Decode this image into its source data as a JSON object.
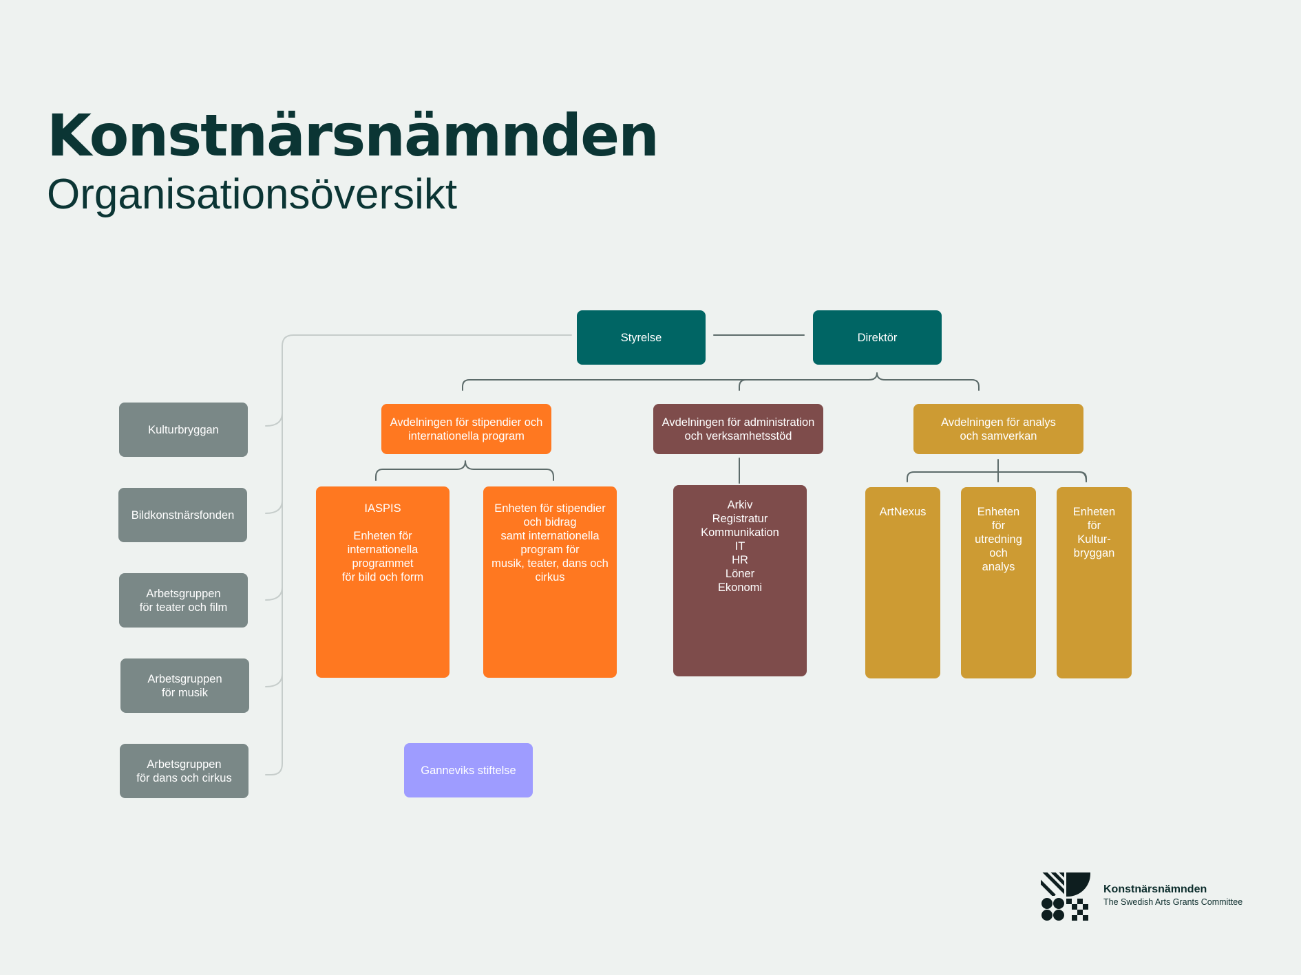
{
  "header": {
    "title": "Konstnärsnämnden",
    "subtitle": "Organisationsöversikt"
  },
  "colors": {
    "background": "#eef2f0",
    "heading": "#0b3534",
    "leadership": "#006564",
    "working_groups": "#7a8887",
    "stipend_department": "#ff7820",
    "administration_department": "#7e4c4b",
    "analysis_department": "#cd9b33",
    "foundation": "#9e9cff",
    "connector": "#5c6b6a"
  },
  "leadership": {
    "board": "Styrelse",
    "director": "Direktör"
  },
  "working_groups": [
    "Kulturbryggan",
    "Bildkonstnärsfonden",
    "Arbetsgruppen\nför teater och film",
    "Arbetsgruppen\nför musik",
    "Arbetsgruppen\nför dans och cirkus"
  ],
  "departments": {
    "stipends": {
      "label": "Avdelningen för stipendier och\ninternationella program",
      "units": [
        "IASPIS\n\nEnheten för\ninternationella\nprogrammet\nför bild och form",
        "Enheten för stipendier\noch bidrag\nsamt internationella\nprogram för\nmusik, teater, dans och\ncirkus"
      ]
    },
    "administration": {
      "label": "Avdelningen för administration\noch verksamhetsstöd",
      "units": [
        "Arkiv\nRegistratur\nKommunikation\nIT\nHR\nLöner\nEkonomi"
      ]
    },
    "analysis": {
      "label": "Avdelningen för analys\noch samverkan",
      "units": [
        "ArtNexus",
        "Enheten\nför\nutredning\noch\nanalys",
        "Enheten\nför\nKultur-\nbryggan"
      ]
    }
  },
  "foundation": "Ganneviks stiftelse",
  "logo": {
    "name": "Konstnärsnämnden",
    "subtitle": "The Swedish Arts Grants Committee"
  }
}
